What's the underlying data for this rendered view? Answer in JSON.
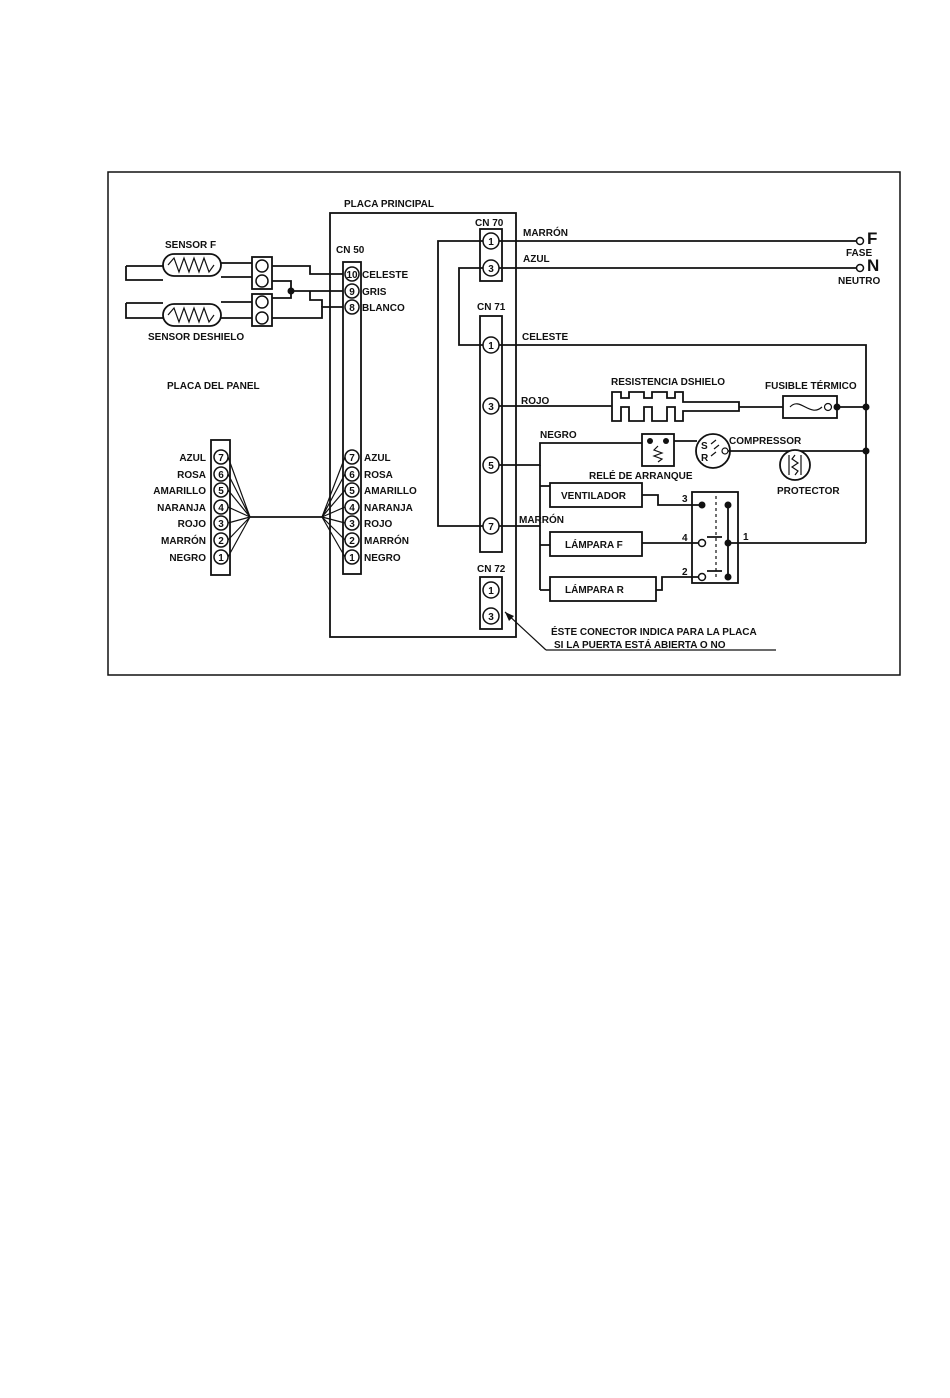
{
  "title": "PLACA PRINCIPAL",
  "panel_label": "PLACA DEL PANEL",
  "sensors": {
    "sensor_f": "SENSOR F",
    "sensor_deshielo": "SENSOR DESHIELO"
  },
  "cn50": {
    "label": "CN 50",
    "top_pins": [
      {
        "num": "10",
        "wire": "CELESTE"
      },
      {
        "num": "9",
        "wire": "GRIS"
      },
      {
        "num": "8",
        "wire": "BLANCO"
      }
    ],
    "bottom_pins": [
      {
        "num": "7",
        "wire": "AZUL"
      },
      {
        "num": "6",
        "wire": "ROSA"
      },
      {
        "num": "5",
        "wire": "AMARILLO"
      },
      {
        "num": "4",
        "wire": "NARANJA"
      },
      {
        "num": "3",
        "wire": "ROJO"
      },
      {
        "num": "2",
        "wire": "MARRÓN"
      },
      {
        "num": "1",
        "wire": "NEGRO"
      }
    ]
  },
  "panel_pins": [
    {
      "num": "7",
      "wire": "AZUL"
    },
    {
      "num": "6",
      "wire": "ROSA"
    },
    {
      "num": "5",
      "wire": "AMARILLO"
    },
    {
      "num": "4",
      "wire": "NARANJA"
    },
    {
      "num": "3",
      "wire": "ROJO"
    },
    {
      "num": "2",
      "wire": "MARRÓN"
    },
    {
      "num": "1",
      "wire": "NEGRO"
    }
  ],
  "cn70": {
    "label": "CN 70",
    "pins": [
      {
        "num": "1",
        "wire": "MARRÓN"
      },
      {
        "num": "3",
        "wire": "AZUL"
      }
    ]
  },
  "cn71": {
    "label": "CN 71",
    "pins": [
      {
        "num": "1",
        "wire": "CELESTE"
      },
      {
        "num": "3",
        "wire": "ROJO"
      },
      {
        "num": "5",
        "wire": "NEGRO"
      },
      {
        "num": "7",
        "wire": "MARRÓN"
      }
    ]
  },
  "cn72": {
    "label": "CN 72",
    "pins": [
      {
        "num": "1"
      },
      {
        "num": "3"
      }
    ]
  },
  "supply": {
    "phase_letter": "F",
    "phase_label": "FASE",
    "neutral_letter": "N",
    "neutral_label": "NEUTRO"
  },
  "components": {
    "resistencia": "RESISTENCIA DSHIELO",
    "fusible": "FUSIBLE TÉRMICO",
    "compressor": "COMPRESSOR",
    "rele": "RELÉ DE ARRANQUE",
    "protector": "PROTECTOR",
    "ventilador": "VENTILADOR",
    "lampara_f": "LÁMPARA F",
    "lampara_r": "LÁMPARA R",
    "compressor_s": "S",
    "compressor_r": "R"
  },
  "switch_terminals": {
    "t3": "3",
    "t4": "4",
    "t2": "2",
    "t1": "1"
  },
  "note": {
    "line1": "ÉSTE CONECTOR INDICA PARA LA PLACA",
    "line2": "SI LA PUERTA ESTÁ ABIERTA O NO"
  }
}
